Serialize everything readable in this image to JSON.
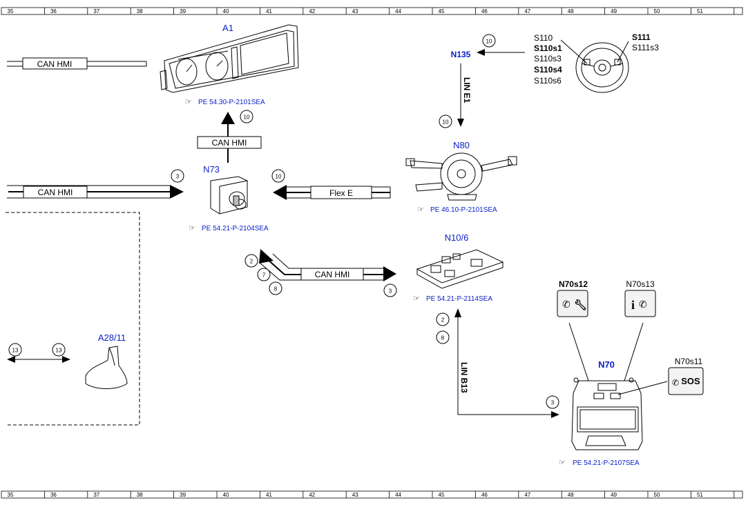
{
  "ruler": {
    "numbers": [
      "35",
      "36",
      "37",
      "38",
      "39",
      "40",
      "41",
      "42",
      "43",
      "44",
      "45",
      "46",
      "47",
      "48",
      "49",
      "50",
      "51"
    ]
  },
  "components": {
    "a1": {
      "id": "A1",
      "ref": "PE 54.30-P-2101SEA"
    },
    "n73": {
      "id": "N73",
      "ref": "PE 54.21-P-2104SEA"
    },
    "n80": {
      "id": "N80",
      "ref": "PE 46.10-P-2101SEA"
    },
    "n135": {
      "id": "N135"
    },
    "n10_6": {
      "id": "N10/6",
      "ref": "PE 54.21-P-2114SEA"
    },
    "a28_11": {
      "id": "A28/11"
    },
    "n70": {
      "id": "N70",
      "ref": "PE 54.21-P-2107SEA"
    },
    "n70s11": {
      "id": "N70s11",
      "button_text": "SOS"
    },
    "n70s12": {
      "id": "N70s12"
    },
    "n70s13": {
      "id": "N70s13"
    },
    "steering_wheel": {
      "left_labels": [
        "S110",
        "S110s1",
        "S110s3",
        "S110s4",
        "S110s6"
      ],
      "right_labels": [
        "S111",
        "S111s3"
      ]
    }
  },
  "buses": {
    "can_hmi": "CAN HMI",
    "flex_e": "Flex E",
    "lin_e1": "LIN E1",
    "lin_b13": "LIN B13"
  },
  "signals": {
    "a1_in": "10",
    "n73_in": "3",
    "n73_flex": "10",
    "n135_in": "10",
    "n80_in": "10",
    "n10_6_back": [
      "2",
      "7",
      "8"
    ],
    "n10_6_in": "3",
    "n10_6_lin": [
      "2",
      "8"
    ],
    "n70_in": "3",
    "a28_left": "13",
    "a28_right": "13"
  },
  "colors": {
    "component_label": "#0b20c8",
    "line": "#000000"
  }
}
